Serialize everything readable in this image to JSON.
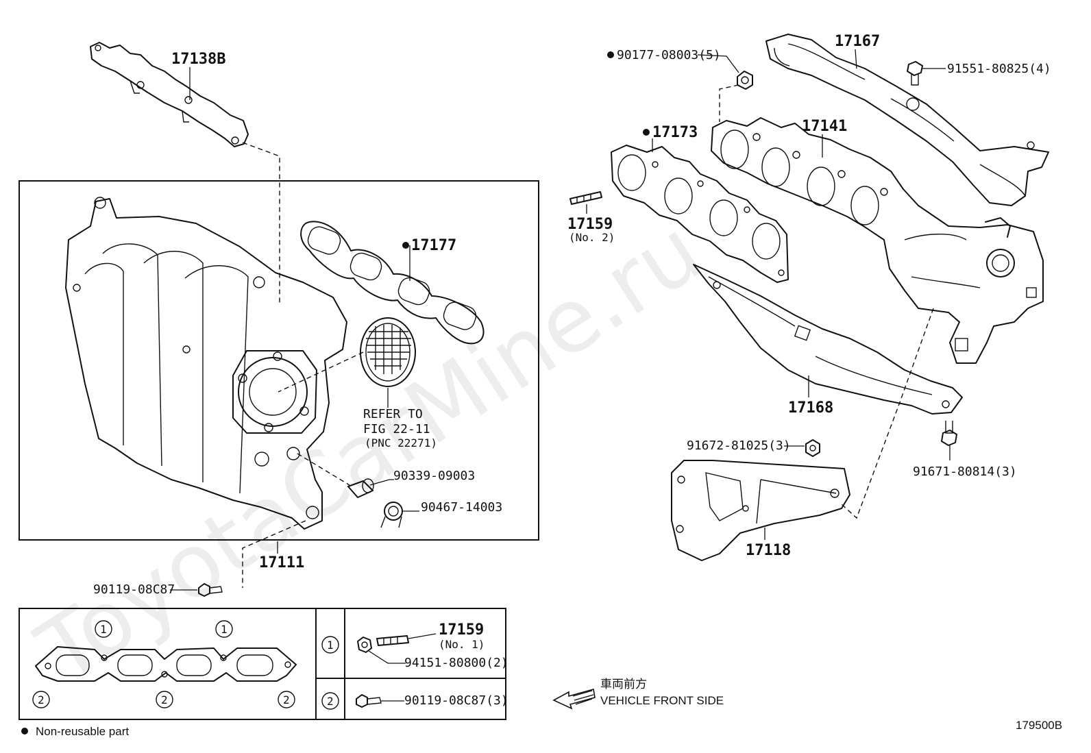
{
  "watermark": "ToyotaCarMine.ru",
  "figure_id": "179500B",
  "parts": {
    "gasket_17138b": "17138B",
    "intake_manifold": "17111",
    "gasket_17177": "17177",
    "refer_line1": "REFER TO",
    "refer_line2": "FIG 22-11",
    "refer_line3": "(PNC 22271)",
    "part_90339": "90339-09003",
    "part_90467": "90467-14003",
    "bolt_90119": "90119-08C87",
    "nut_90177": "90177-08003(5)",
    "gasket_17173": "17173",
    "exhaust_17141": "17141",
    "insulator_17167": "17167",
    "bolt_91551": "91551-80825(4)",
    "stud_17159_no2": "17159",
    "stud_17159_no2_sub": "(No. 2)",
    "insulator_17168": "17168",
    "bolt_91672": "91672-81025(3)",
    "bolt_91671": "91671-80814(3)",
    "stay_17118": "17118"
  },
  "legend": {
    "marker1": "1",
    "marker2": "2",
    "stud_17159": "17159",
    "stud_17159_sub": "(No. 1)",
    "nut_94151": "94151-80800(2)",
    "bolt_90119": "90119-08C87(3)"
  },
  "footnote": "Non-reusable part",
  "direction": {
    "jp": "車両前方",
    "en": "VEHICLE FRONT SIDE"
  }
}
